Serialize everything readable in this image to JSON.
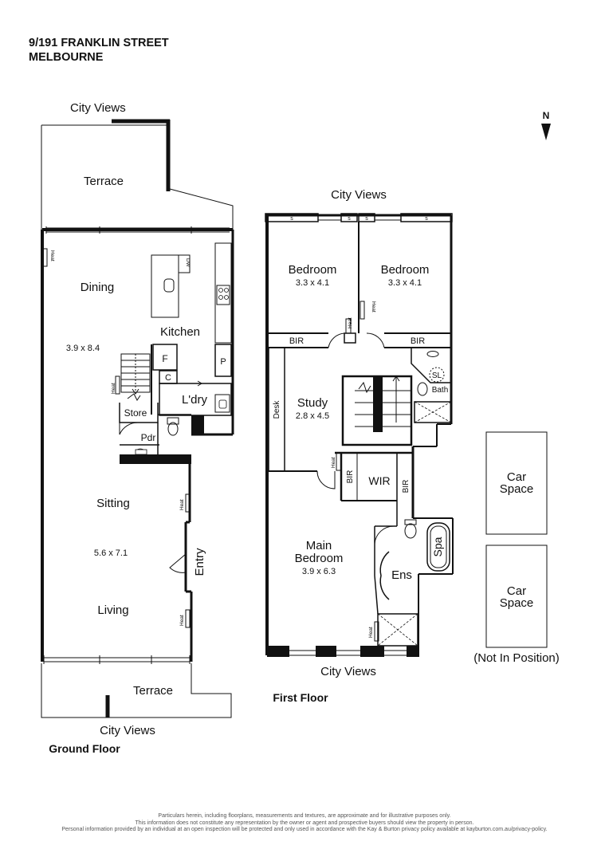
{
  "header": {
    "line1": "9/191 FRANKLIN STREET",
    "line2": "MELBOURNE"
  },
  "north": "N",
  "ground_floor": {
    "caption": "Ground Floor",
    "views_top": "City Views",
    "views_bottom": "City Views",
    "rooms": {
      "terrace_top": "Terrace",
      "dining": "Dining",
      "kitchen": "Kitchen",
      "dining_dims": "3.9 x 8.4",
      "fridge": "F",
      "cupboard": "C",
      "pantry": "P",
      "laundry": "L'dry",
      "store": "Store",
      "powder": "Pdr",
      "sitting": "Sitting",
      "living_dims": "5.6 x 7.1",
      "entry": "Entry",
      "living": "Living",
      "terrace_bottom": "Terrace",
      "dw": "DW",
      "heat": "Heat"
    }
  },
  "first_floor": {
    "caption": "First Floor",
    "views_top": "City Views",
    "views_bottom": "City Views",
    "rooms": {
      "bedroom1": "Bedroom",
      "bedroom1_dims": "3.3 x 4.1",
      "bedroom2": "Bedroom",
      "bedroom2_dims": "3.3 x 4.1",
      "bir": "BIR",
      "study": "Study",
      "study_dims": "2.8 x 4.5",
      "desk": "Desk",
      "sl": "SL",
      "bath": "Bath",
      "wir": "WIR",
      "main_bedroom_1": "Main",
      "main_bedroom_2": "Bedroom",
      "main_bedroom_dims": "3.9 x 6.3",
      "ensuite": "Ens",
      "spa": "Spa",
      "heat": "Heat",
      "skylight": "s"
    }
  },
  "car_spaces": {
    "space1_line1": "Car",
    "space1_line2": "Space",
    "space2_line1": "Car",
    "space2_line2": "Space",
    "note": "(Not In Position)"
  },
  "disclaimer": {
    "line1": "Particulars herein, including floorplans, measurements and textures, are approximate and for illustrative purposes only.",
    "line2": "This information does not constitute any representation by the owner or agent and prospective buyers should view the property in person.",
    "line3": "Personal information provided by an individual at an open inspection will be protected and only used in accordance with the Kay & Burton privacy policy available at kayburton.com.au/privacy-policy."
  }
}
